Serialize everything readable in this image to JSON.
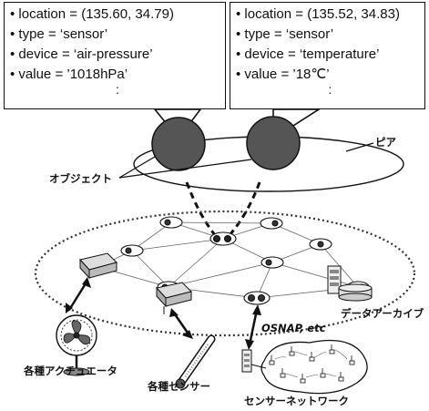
{
  "callout_left": {
    "lines": [
      "• location = (135.60, 34.79)",
      "• type = ‘sensor’",
      "• device = ‘air-pressure’",
      "• value = ’1018hPa’"
    ],
    "more": ":"
  },
  "callout_right": {
    "lines": [
      "• location = (135.52, 34.83)",
      "• type = ‘sensor’",
      "• device = ‘temperature’",
      "• value = ’18℃’"
    ],
    "more": ":"
  },
  "labels": {
    "peer": "ピア",
    "object": "オブジェクト",
    "data_archive": "データアーカイブ",
    "osnap": "OSNAP, etc",
    "actuators": "各種アクチュエータ",
    "sensors": "各種センサー",
    "sensor_network": "センサーネットワーク"
  }
}
